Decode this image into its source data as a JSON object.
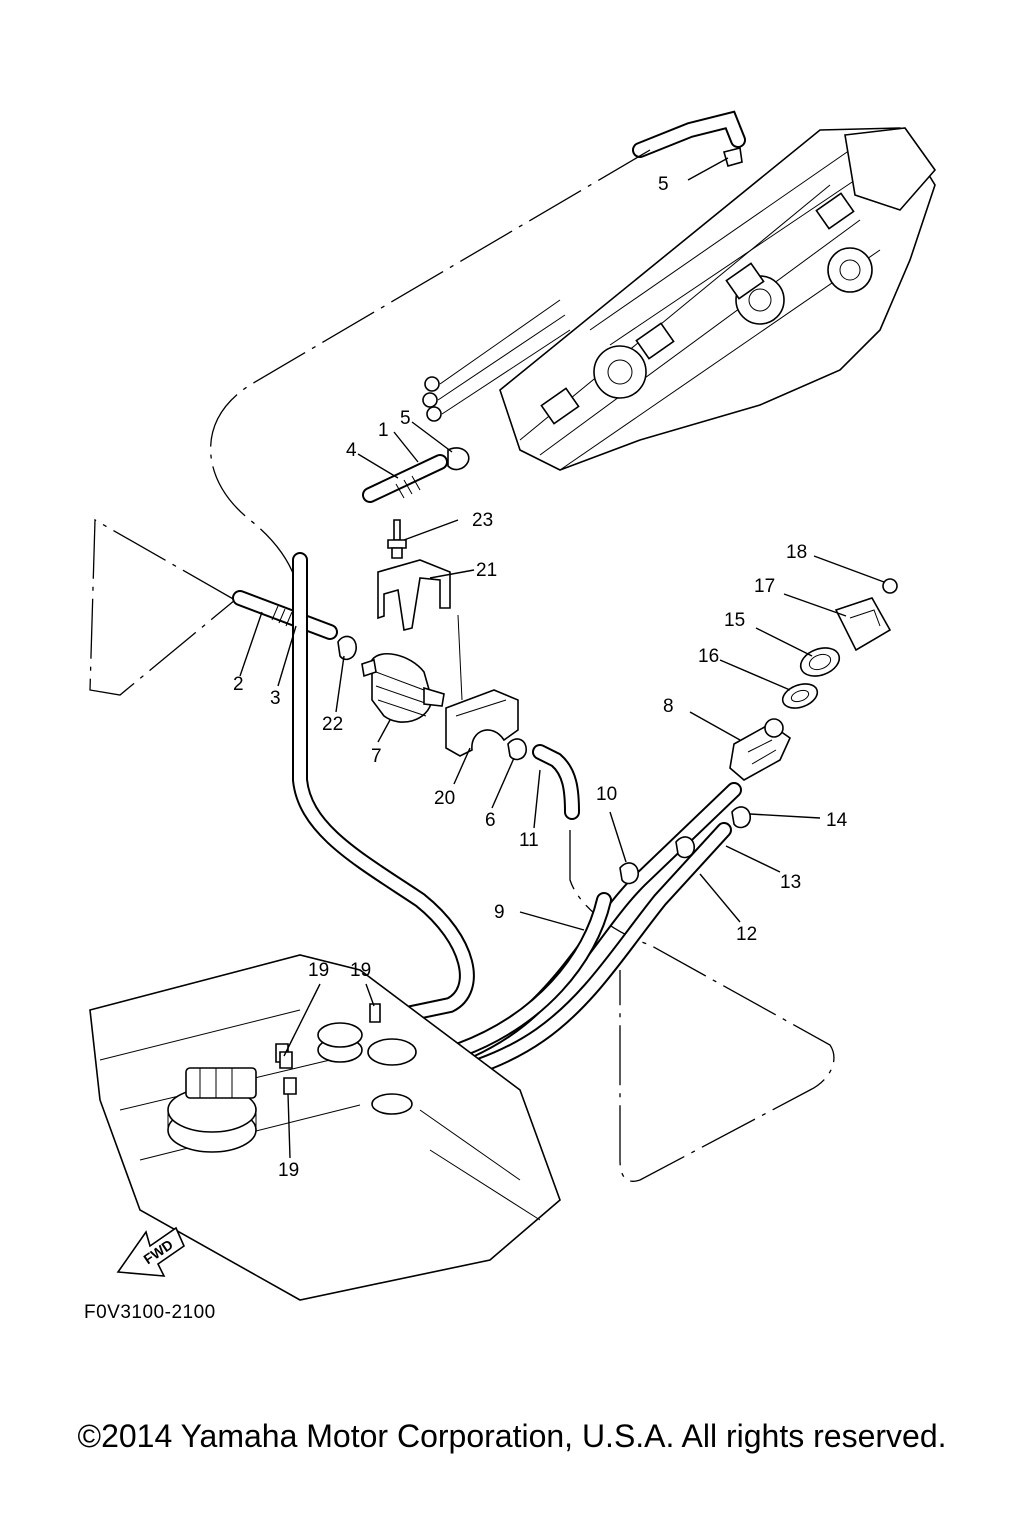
{
  "diagram": {
    "drawing_code": "F0V3100-2100",
    "direction_tag": "FWD",
    "callouts": {
      "c1": "1",
      "c2": "2",
      "c3": "3",
      "c4": "4",
      "c5a": "5",
      "c5b": "5",
      "c6": "6",
      "c7": "7",
      "c8": "8",
      "c9": "9",
      "c10": "10",
      "c11": "11",
      "c12": "12",
      "c13": "13",
      "c14": "14",
      "c15": "15",
      "c16": "16",
      "c17": "17",
      "c18": "18",
      "c19a": "19",
      "c19b": "19",
      "c19c": "19",
      "c20": "20",
      "c21": "21",
      "c22": "22",
      "c23": "23"
    }
  },
  "footer": {
    "copyright": "©2014 Yamaha Motor Corporation, U.S.A. All rights reserved."
  }
}
